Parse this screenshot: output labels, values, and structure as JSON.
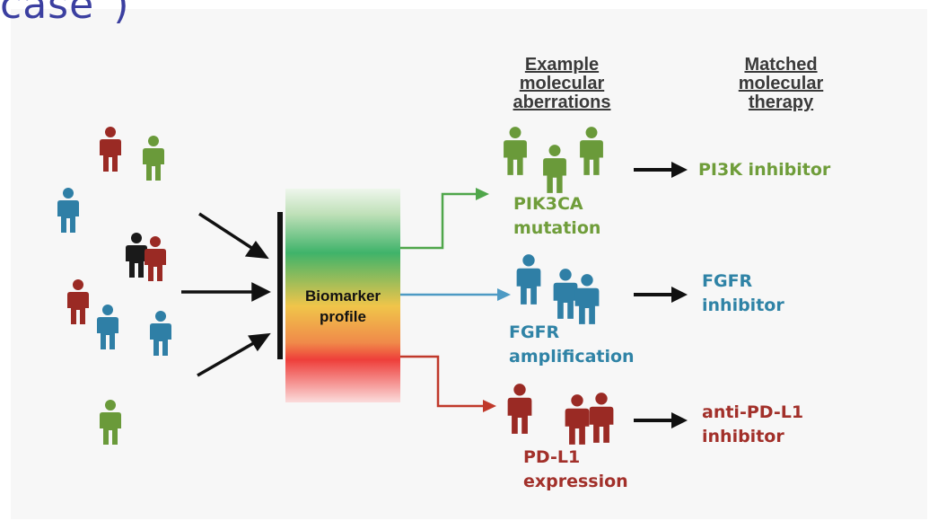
{
  "title_fragment": "case\")",
  "headers": {
    "aberrations": [
      "Example",
      "molecular",
      "aberrations"
    ],
    "therapy": [
      "Matched",
      "molecular",
      "therapy"
    ]
  },
  "biomarker_label": [
    "Biomarker",
    "profile"
  ],
  "rows": [
    {
      "aberration": [
        "PIK3CA",
        "mutation"
      ],
      "therapy": [
        "PI3K inhibitor"
      ],
      "color": "#6f9d3a"
    },
    {
      "aberration": [
        "FGFR",
        "amplification"
      ],
      "therapy": [
        "FGFR",
        "inhibitor"
      ],
      "color": "#2f83a6"
    },
    {
      "aberration": [
        "PD-L1",
        "expression"
      ],
      "therapy": [
        "anti-PD-L1",
        "inhibitor"
      ],
      "color": "#a2302a"
    }
  ],
  "colors": {
    "green": "#6f9d3a",
    "blue": "#2f83a6",
    "red": "#a2302a",
    "black": "#1a1a1a",
    "title": "#3b3fa0"
  },
  "icons": [
    "person-icon",
    "arrow-icon"
  ]
}
